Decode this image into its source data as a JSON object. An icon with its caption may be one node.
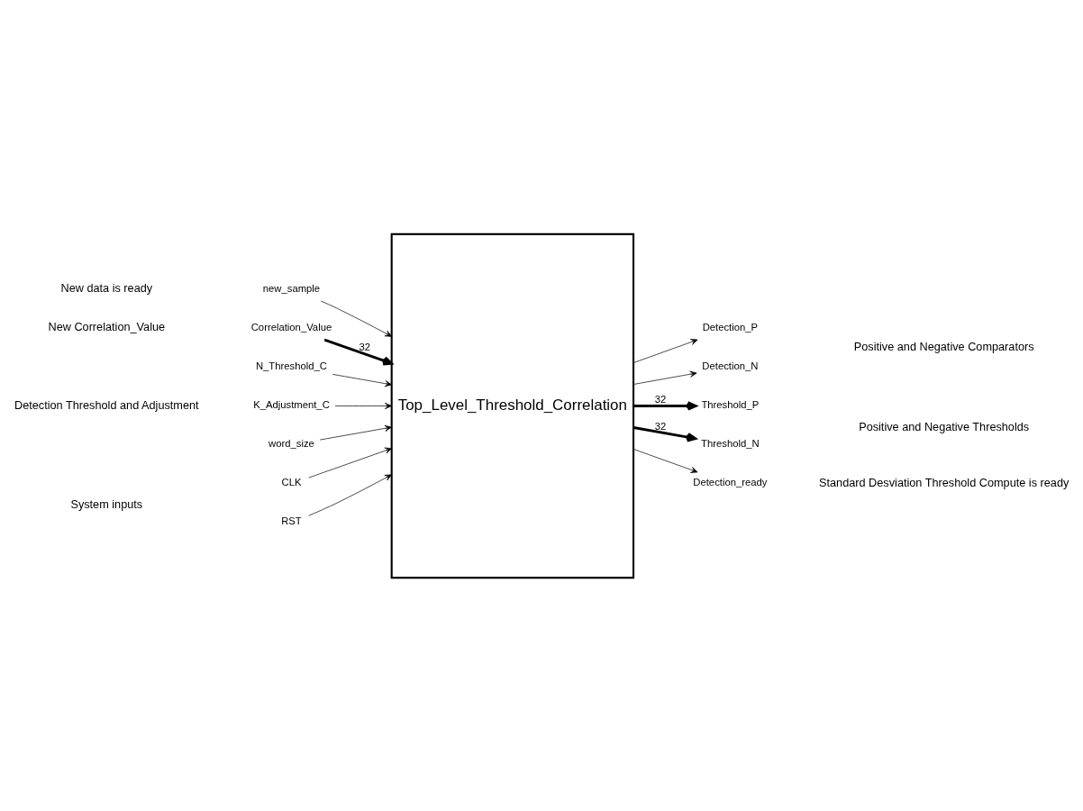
{
  "diagram": {
    "nodes": [
      {
        "text": [
          "Top_Level_Threshold_Correlation"
        ]
      },
      {
        "text": [
          "new_sample"
        ]
      },
      {
        "text": [
          "Correlation_Value"
        ]
      },
      {
        "text": [
          "N_Threshold_C"
        ]
      },
      {
        "text": [
          "K_Adjustment_C"
        ]
      },
      {
        "text": [
          "word_size"
        ]
      },
      {
        "text": [
          "CLK"
        ]
      },
      {
        "text": [
          "RST"
        ]
      },
      {
        "text": [
          "Detection_P"
        ]
      },
      {
        "text": [
          "Detection_N"
        ]
      },
      {
        "text": [
          "Threshold_P"
        ]
      },
      {
        "text": [
          "Threshold_N"
        ]
      },
      {
        "text": [
          "Detection_ready"
        ]
      }
    ],
    "edges": [
      {
        "from": 1,
        "to": 0,
        "arrow": "to"
      },
      {
        "from": 2,
        "to": 0,
        "arrow": "to",
        "label": "32",
        "style": "thick"
      },
      {
        "from": 3,
        "to": 0,
        "arrow": "to"
      },
      {
        "from": 4,
        "to": 0,
        "arrow": "to"
      },
      {
        "from": 5,
        "to": 0,
        "arrow": "to"
      },
      {
        "from": 6,
        "to": 0,
        "arrow": "to"
      },
      {
        "from": 7,
        "to": 0,
        "arrow": "to"
      },
      {
        "from": 0,
        "to": 8,
        "arrow": "to"
      },
      {
        "from": 0,
        "to": 9,
        "arrow": "to"
      },
      {
        "from": 0,
        "to": 10,
        "arrow": "to",
        "label": "32",
        "style": "thick"
      },
      {
        "from": 0,
        "to": 11,
        "arrow": "to",
        "label": "32",
        "style": "thick"
      },
      {
        "from": 0,
        "to": 12,
        "arrow": "to"
      }
    ],
    "labels": [
      "New data is ready",
      "Positive and Negative Comparators",
      "New Correlation_Value",
      "Positive and Negative Thresholds",
      "Detection Threshold and Adjustment",
      "Standard Desviation Threshold Compute is ready",
      "System inputs"
    ]
  }
}
